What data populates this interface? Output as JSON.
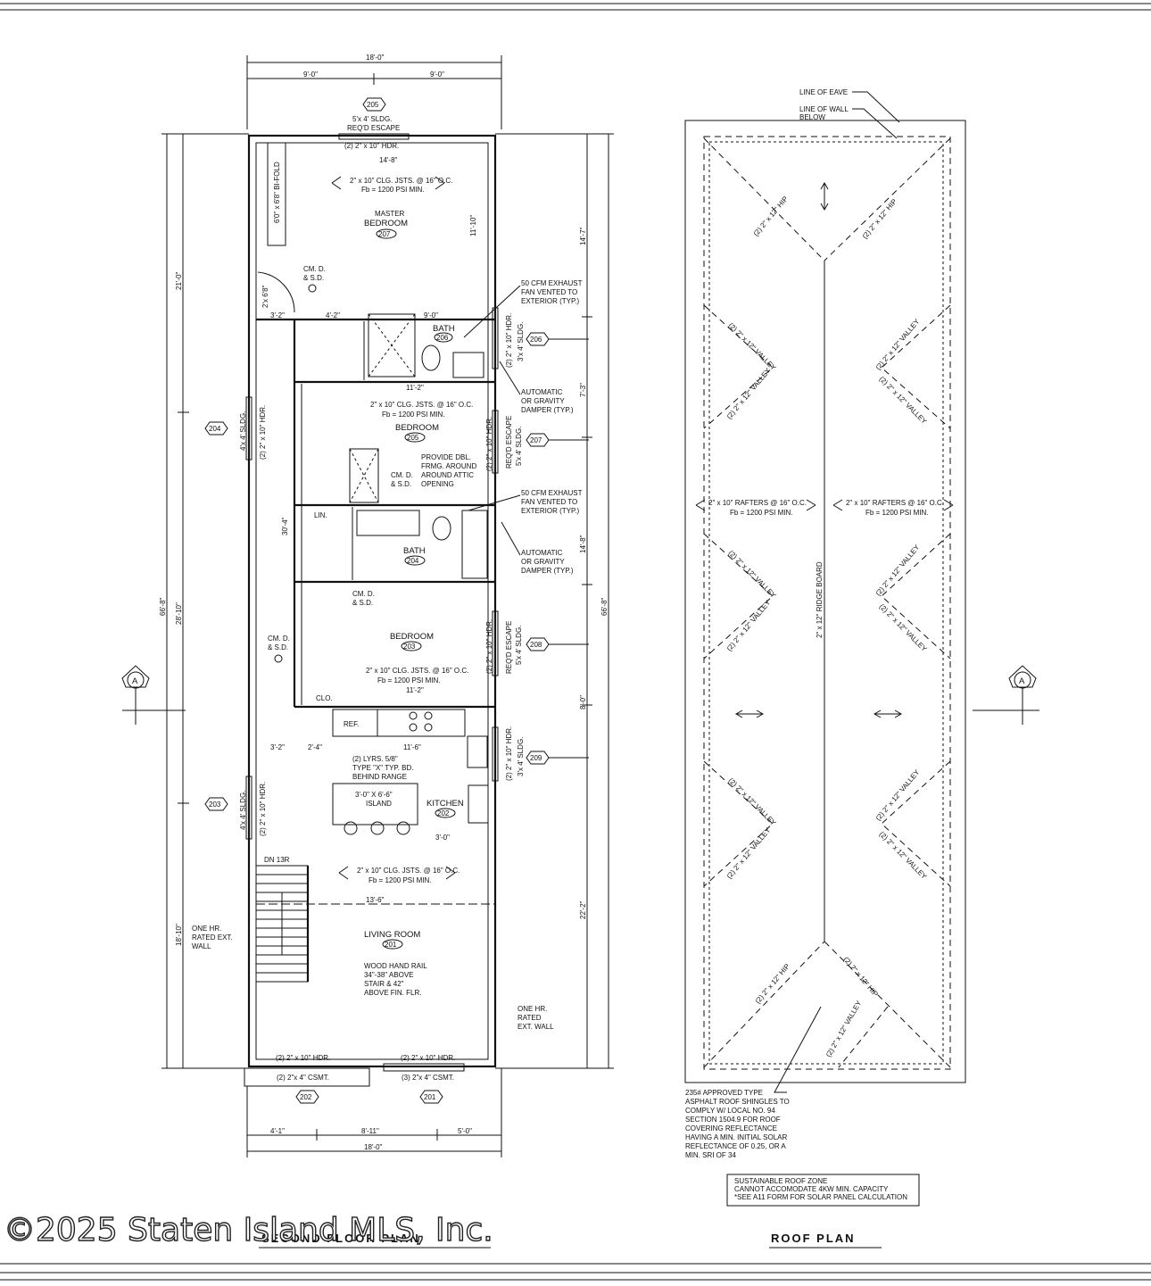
{
  "second_floor": {
    "title": "SECOND FLOOR PLAN",
    "overall_width_top": "18'-0\"",
    "half_width_left": "9'-0\"",
    "half_width_right": "9'-0\"",
    "overall_width_bottom": "18'-0\"",
    "overall_depth_left": "66'-8\"",
    "overall_depth_right": "66'-8\"",
    "left_dims": [
      "21'-0\"",
      "28'-10\"",
      "18'-10\""
    ],
    "right_dims": [
      "14'-7\"",
      "7'-3\"",
      "14'-8\"",
      "8'-0\"",
      "22'-2\""
    ],
    "bottom_dims": [
      "4'-1\"",
      "8'-11\"",
      "5'-0\""
    ],
    "rooms": {
      "master_bedroom": {
        "name": "MASTER",
        "name2": "BEDROOM",
        "tag": "207"
      },
      "bath_206": {
        "name": "BATH",
        "tag": "206"
      },
      "bedroom_205": {
        "name": "BEDROOM",
        "tag": "205"
      },
      "bath_204": {
        "name": "BATH",
        "tag": "204"
      },
      "bedroom_203": {
        "name": "BEDROOM",
        "tag": "203"
      },
      "kitchen": {
        "name": "KITCHEN",
        "tag": "202"
      },
      "living_room": {
        "name": "LIVING ROOM",
        "tag": "201"
      }
    },
    "window_tags": {
      "top": "205",
      "right_1": "206",
      "right_2": "207",
      "right_3": "208",
      "right_4": "209",
      "left_1": "204",
      "left_2": "203",
      "bottom_1": "202",
      "bottom_2": "201"
    },
    "notes": {
      "top_window": "5'x 4' SLDG.",
      "top_escape": "REQ'D ESCAPE",
      "top_header": "(2) 2\" x 10\" HDR.",
      "master_w": "14'-8\"",
      "master_d": "11'-10\"",
      "clg_joists": "2\" x 10\" CLG. JSTS. @ 16\" O.C.",
      "fb": "Fb = 1200 PSI MIN.",
      "closet_door": "6'0\" x 6'8\" BI-FOLD",
      "cm_sd_1": "CM. D.",
      "cm_sd_1b": "& S.D.",
      "door_2x6": "2'x 6'8\"",
      "exhaust_1a": "50 CFM EXHAUST",
      "exhaust_1b": "FAN VENTED TO",
      "exhaust_1c": "EXTERIOR (TYP.)",
      "damper_a": "AUTOMATIC",
      "damper_b": "OR GRAVITY",
      "damper_c": "DAMPER (TYP.)",
      "attic_a": "PROVIDE DBL.",
      "attic_b": "FRMG. AROUND",
      "attic_c": "AROUND ATTIC",
      "attic_d": "OPENING",
      "lin": "LIN.",
      "clo": "CLO.",
      "ref": "REF.",
      "bedroom_w": "11'-2\"",
      "dim_9_0": "9'-0\"",
      "dim_4_2": "4'-2\"",
      "dim_3_2": "3'-2\"",
      "dim_2_4": "2'-4\"",
      "dim_11_6": "11'-6\"",
      "dim_3_0": "3'-0\"",
      "dim_13_6": "13'-6\"",
      "dim_5_0": "5'-0\"",
      "dim_30_4": "30'-4\"",
      "gyp_a": "(2) LYRS. 5/8\"",
      "gyp_b": "TYPE \"X\" TYP. BD.",
      "gyp_c": "BEHIND RANGE",
      "island_a": "3'-0\" X 6'-6\"",
      "island_b": "ISLAND",
      "dn": "DN 13R",
      "rail_a": "WOOD HAND RAIL",
      "rail_b": "34\"-38\" ABOVE",
      "rail_c": "STAIR & 42\"",
      "rail_d": "ABOVE FIN. FLR.",
      "ext_wall_a": "ONE HR.",
      "ext_wall_b": "RATED EXT.",
      "ext_wall_c": "WALL",
      "ext_wall_r_a": "ONE HR.",
      "ext_wall_r_b": "RATED",
      "ext_wall_r_c": "EXT. WALL",
      "bot_hdr": "(2) 2\" x 10\" HDR.",
      "bot_csmt_1": "(2) 2\"x 4\" CSMT.",
      "bot_csmt_2": "(3) 2\"x 4\" CSMT.",
      "side_sldg_1": "3'x 4' SLDG.",
      "side_sldg_2": "5'x 4' SLDG.",
      "side_sldg_3": "4'x 4' SLDG.",
      "side_hdr": "(2) 2\" x 10\" HDR.",
      "req_escape": "REQ'D ESCAPE"
    },
    "section_marker": "A"
  },
  "roof": {
    "title": "ROOF PLAN",
    "eave": "LINE OF EAVE",
    "wall_a": "LINE OF WALL",
    "wall_b": "BELOW",
    "hip": "(2) 2\" x 12\" HIP",
    "valley": "(2) 2\" x 12\" VALLEY",
    "rafters": "2\" x 10\" RAFTERS @ 16\" O.C.",
    "fb": "Fb = 1200 PSI MIN.",
    "ridge": "2\" x 12\" RIDGE BOARD",
    "shingle_a": "235# APPROVED TYPE",
    "shingle_b": "ASPHALT ROOF SHINGLES TO",
    "shingle_c": "COMPLY W/ LOCAL NO. 94",
    "shingle_d": "SECTION 1504.9 FOR ROOF",
    "shingle_e": "COVERING REFLECTANCE",
    "shingle_f": "HAVING A MIN. INITIAL SOLAR",
    "shingle_g": "REFLECTANCE OF 0.25, OR A",
    "shingle_h": "MIN. SRI OF 34",
    "solar_a": "SUSTAINABLE ROOF ZONE",
    "solar_b": "CANNOT ACCOMODATE 4KW MIN. CAPACITY",
    "solar_c": "*SEE A11 FORM FOR SOLAR PANEL CALCULATION"
  },
  "watermark": "©2025 Staten Island MLS, Inc."
}
